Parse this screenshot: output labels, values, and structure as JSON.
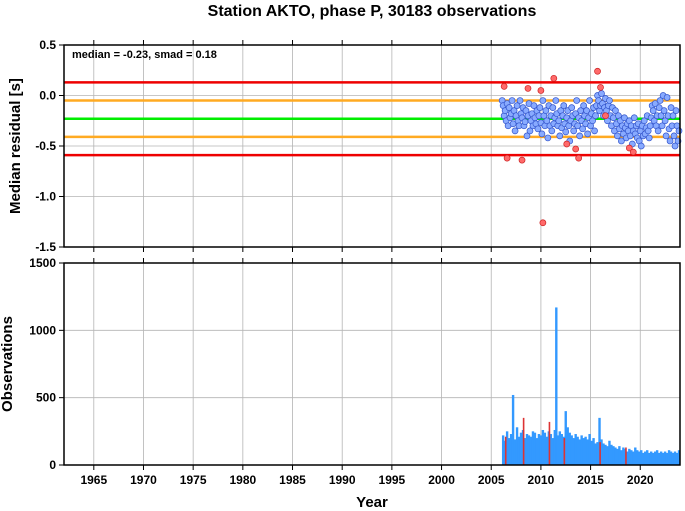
{
  "chart_data": [
    {
      "type": "scatter",
      "title": "Station AKTO, phase P, 30183 observations",
      "ylabel": "Median residual [s]",
      "xlabel": "",
      "annotation": "median = -0.23, smad = 0.18",
      "xlim": [
        1962,
        2024
      ],
      "ylim": [
        -1.5,
        0.5
      ],
      "x_ticks": [
        1965,
        1970,
        1975,
        1980,
        1985,
        1990,
        1995,
        2000,
        2005,
        2010,
        2015,
        2020
      ],
      "y_ticks": [
        -1.5,
        -1.0,
        -0.5,
        0.0,
        0.5
      ],
      "y_tick_labels": [
        "-1.5",
        "-1.0",
        "-0.5",
        "0.0",
        "0.5"
      ],
      "grid": true,
      "reference_lines": [
        {
          "y": 0.13,
          "color": "#ee0000"
        },
        {
          "y": -0.05,
          "color": "#ffaa22"
        },
        {
          "y": -0.23,
          "color": "#00ee00"
        },
        {
          "y": -0.41,
          "color": "#ffaa22"
        },
        {
          "y": -0.59,
          "color": "#ee0000"
        }
      ],
      "series": [
        {
          "color": "#88aaff",
          "points": [
            [
              2006.1,
              -0.05
            ],
            [
              2006.2,
              -0.1
            ],
            [
              2006.3,
              -0.2
            ],
            [
              2006.4,
              -0.15
            ],
            [
              2006.5,
              -0.25
            ],
            [
              2006.6,
              -0.08
            ],
            [
              2006.7,
              -0.3
            ],
            [
              2006.8,
              -0.12
            ],
            [
              2006.9,
              -0.22
            ],
            [
              2007.0,
              -0.18
            ],
            [
              2007.1,
              -0.05
            ],
            [
              2007.2,
              -0.28
            ],
            [
              2007.3,
              -0.15
            ],
            [
              2007.4,
              -0.35
            ],
            [
              2007.5,
              -0.2
            ],
            [
              2007.6,
              -0.1
            ],
            [
              2007.7,
              -0.25
            ],
            [
              2007.8,
              -0.3
            ],
            [
              2007.9,
              -0.05
            ],
            [
              2008.0,
              -0.18
            ],
            [
              2008.1,
              -0.22
            ],
            [
              2008.2,
              -0.12
            ],
            [
              2008.3,
              -0.3
            ],
            [
              2008.4,
              -0.26
            ],
            [
              2008.5,
              -0.15
            ],
            [
              2008.6,
              -0.4
            ],
            [
              2008.7,
              -0.2
            ],
            [
              2008.8,
              -0.08
            ],
            [
              2008.9,
              -0.35
            ],
            [
              2009.0,
              -0.25
            ],
            [
              2009.1,
              -0.18
            ],
            [
              2009.2,
              -0.3
            ],
            [
              2009.3,
              -0.1
            ],
            [
              2009.4,
              -0.22
            ],
            [
              2009.5,
              -0.28
            ],
            [
              2009.6,
              -0.15
            ],
            [
              2009.7,
              -0.33
            ],
            [
              2009.8,
              -0.2
            ],
            [
              2009.9,
              -0.12
            ],
            [
              2010.0,
              -0.27
            ],
            [
              2010.1,
              -0.38
            ],
            [
              2010.2,
              -0.05
            ],
            [
              2010.3,
              -0.2
            ],
            [
              2010.4,
              -0.3
            ],
            [
              2010.5,
              -0.15
            ],
            [
              2010.6,
              -0.25
            ],
            [
              2010.7,
              -0.42
            ],
            [
              2010.8,
              -0.1
            ],
            [
              2010.9,
              -0.3
            ],
            [
              2011.0,
              -0.2
            ],
            [
              2011.1,
              -0.35
            ],
            [
              2011.2,
              -0.12
            ],
            [
              2011.3,
              -0.28
            ],
            [
              2011.4,
              -0.22
            ],
            [
              2011.5,
              -0.05
            ],
            [
              2011.6,
              -0.18
            ],
            [
              2011.7,
              -0.3
            ],
            [
              2011.8,
              -0.25
            ],
            [
              2011.9,
              -0.4
            ],
            [
              2012.0,
              -0.15
            ],
            [
              2012.1,
              -0.32
            ],
            [
              2012.2,
              -0.2
            ],
            [
              2012.3,
              -0.1
            ],
            [
              2012.4,
              -0.28
            ],
            [
              2012.5,
              -0.36
            ],
            [
              2012.6,
              -0.22
            ],
            [
              2012.7,
              -0.15
            ],
            [
              2012.8,
              -0.3
            ],
            [
              2012.9,
              -0.45
            ],
            [
              2013.0,
              -0.25
            ],
            [
              2013.1,
              -0.12
            ],
            [
              2013.2,
              -0.2
            ],
            [
              2013.3,
              -0.35
            ],
            [
              2013.4,
              -0.28
            ],
            [
              2013.5,
              -0.18
            ],
            [
              2013.6,
              -0.05
            ],
            [
              2013.7,
              -0.3
            ],
            [
              2013.8,
              -0.22
            ],
            [
              2013.9,
              -0.4
            ],
            [
              2014.0,
              -0.15
            ],
            [
              2014.1,
              -0.25
            ],
            [
              2014.2,
              -0.33
            ],
            [
              2014.3,
              -0.1
            ],
            [
              2014.4,
              -0.2
            ],
            [
              2014.5,
              -0.28
            ],
            [
              2014.6,
              -0.15
            ],
            [
              2014.7,
              -0.38
            ],
            [
              2014.8,
              -0.22
            ],
            [
              2014.9,
              -0.05
            ],
            [
              2015.0,
              -0.3
            ],
            [
              2015.1,
              -0.18
            ],
            [
              2015.2,
              -0.25
            ],
            [
              2015.3,
              -0.12
            ],
            [
              2015.4,
              -0.35
            ],
            [
              2015.5,
              -0.2
            ],
            [
              2015.6,
              -0.1
            ],
            [
              2015.7,
              0.0
            ],
            [
              2015.8,
              -0.05
            ],
            [
              2015.9,
              -0.15
            ],
            [
              2016.0,
              -0.1
            ],
            [
              2016.1,
              0.02
            ],
            [
              2016.2,
              -0.08
            ],
            [
              2016.3,
              -0.2
            ],
            [
              2016.4,
              -0.12
            ],
            [
              2016.5,
              -0.03
            ],
            [
              2016.6,
              -0.15
            ],
            [
              2016.7,
              -0.25
            ],
            [
              2016.8,
              -0.1
            ],
            [
              2016.9,
              -0.05
            ],
            [
              2017.0,
              -0.2
            ],
            [
              2017.1,
              -0.3
            ],
            [
              2017.2,
              -0.12
            ],
            [
              2017.3,
              -0.22
            ],
            [
              2017.4,
              -0.35
            ],
            [
              2017.5,
              -0.15
            ],
            [
              2017.6,
              -0.28
            ],
            [
              2017.7,
              -0.4
            ],
            [
              2017.8,
              -0.2
            ],
            [
              2017.9,
              -0.33
            ],
            [
              2018.0,
              -0.25
            ],
            [
              2018.1,
              -0.45
            ],
            [
              2018.2,
              -0.3
            ],
            [
              2018.3,
              -0.38
            ],
            [
              2018.4,
              -0.22
            ],
            [
              2018.5,
              -0.32
            ],
            [
              2018.6,
              -0.42
            ],
            [
              2018.7,
              -0.28
            ],
            [
              2018.8,
              -0.35
            ],
            [
              2018.9,
              -0.25
            ],
            [
              2019.0,
              -0.4
            ],
            [
              2019.1,
              -0.3
            ],
            [
              2019.2,
              -0.48
            ],
            [
              2019.3,
              -0.35
            ],
            [
              2019.4,
              -0.22
            ],
            [
              2019.5,
              -0.38
            ],
            [
              2019.6,
              -0.3
            ],
            [
              2019.7,
              -0.42
            ],
            [
              2019.8,
              -0.28
            ],
            [
              2019.9,
              -0.45
            ],
            [
              2020.0,
              -0.35
            ],
            [
              2020.1,
              -0.5
            ],
            [
              2020.2,
              -0.3
            ],
            [
              2020.3,
              -0.4
            ],
            [
              2020.4,
              -0.25
            ],
            [
              2020.5,
              -0.38
            ],
            [
              2020.6,
              -0.32
            ],
            [
              2020.7,
              -0.2
            ],
            [
              2020.8,
              -0.35
            ],
            [
              2020.9,
              -0.42
            ],
            [
              2021.0,
              -0.3
            ],
            [
              2021.1,
              -0.22
            ],
            [
              2021.2,
              -0.1
            ],
            [
              2021.3,
              -0.15
            ],
            [
              2021.4,
              -0.25
            ],
            [
              2021.5,
              -0.08
            ],
            [
              2021.6,
              -0.3
            ],
            [
              2021.7,
              -0.2
            ],
            [
              2021.8,
              -0.35
            ],
            [
              2021.9,
              -0.12
            ],
            [
              2022.0,
              -0.05
            ],
            [
              2022.1,
              -0.2
            ],
            [
              2022.2,
              -0.3
            ],
            [
              2022.3,
              0.0
            ],
            [
              2022.4,
              -0.15
            ],
            [
              2022.5,
              -0.25
            ],
            [
              2022.6,
              -0.4
            ],
            [
              2022.7,
              -0.02
            ],
            [
              2022.8,
              -0.2
            ],
            [
              2022.9,
              -0.33
            ],
            [
              2023.0,
              -0.45
            ],
            [
              2023.1,
              -0.12
            ],
            [
              2023.2,
              -0.3
            ],
            [
              2023.3,
              -0.2
            ],
            [
              2023.4,
              -0.4
            ],
            [
              2023.5,
              -0.5
            ],
            [
              2023.6,
              -0.15
            ],
            [
              2023.7,
              -0.3
            ],
            [
              2023.8,
              -0.45
            ],
            [
              2023.9,
              -0.35
            ]
          ]
        },
        {
          "color": "#ff6a6a",
          "points": [
            [
              2006.3,
              0.09
            ],
            [
              2006.6,
              -0.62
            ],
            [
              2008.1,
              -0.64
            ],
            [
              2008.7,
              0.07
            ],
            [
              2010.0,
              0.05
            ],
            [
              2010.2,
              -1.26
            ],
            [
              2011.3,
              0.17
            ],
            [
              2012.6,
              -0.48
            ],
            [
              2013.5,
              -0.53
            ],
            [
              2013.8,
              -0.62
            ],
            [
              2015.7,
              0.24
            ],
            [
              2016.0,
              0.08
            ],
            [
              2016.5,
              -0.2
            ],
            [
              2018.9,
              -0.52
            ],
            [
              2019.3,
              -0.56
            ]
          ]
        }
      ]
    },
    {
      "type": "bar",
      "ylabel": "Observations",
      "xlabel": "Year",
      "xlim": [
        1962,
        2024
      ],
      "ylim": [
        0,
        1500
      ],
      "x_ticks": [
        1965,
        1970,
        1975,
        1980,
        1985,
        1990,
        1995,
        2000,
        2005,
        2010,
        2015,
        2020
      ],
      "y_ticks": [
        0,
        500,
        1000,
        1500
      ],
      "grid": true,
      "series": [
        {
          "color": "#3399ff",
          "x": [
            2006.2,
            2006.4,
            2006.6,
            2006.8,
            2007.0,
            2007.2,
            2007.4,
            2007.6,
            2007.8,
            2008.0,
            2008.2,
            2008.4,
            2008.6,
            2008.8,
            2009.0,
            2009.2,
            2009.4,
            2009.6,
            2009.8,
            2010.0,
            2010.2,
            2010.4,
            2010.6,
            2010.8,
            2011.0,
            2011.2,
            2011.4,
            2011.55,
            2011.7,
            2011.9,
            2012.1,
            2012.3,
            2012.5,
            2012.7,
            2012.9,
            2013.1,
            2013.3,
            2013.5,
            2013.7,
            2013.9,
            2014.1,
            2014.3,
            2014.5,
            2014.7,
            2014.9,
            2015.1,
            2015.3,
            2015.5,
            2015.7,
            2015.9,
            2016.1,
            2016.3,
            2016.5,
            2016.7,
            2016.9,
            2017.1,
            2017.3,
            2017.5,
            2017.7,
            2017.9,
            2018.1,
            2018.3,
            2018.5,
            2018.7,
            2018.9,
            2019.1,
            2019.3,
            2019.5,
            2019.7,
            2019.9,
            2020.1,
            2020.3,
            2020.5,
            2020.7,
            2020.9,
            2021.1,
            2021.3,
            2021.5,
            2021.7,
            2021.9,
            2022.1,
            2022.3,
            2022.5,
            2022.7,
            2022.9,
            2023.1,
            2023.3,
            2023.5,
            2023.7,
            2023.9
          ],
          "values": [
            220,
            180,
            250,
            200,
            230,
            520,
            190,
            280,
            210,
            240,
            260,
            200,
            230,
            220,
            210,
            250,
            240,
            200,
            230,
            220,
            260,
            240,
            210,
            250,
            230,
            200,
            260,
            1170,
            220,
            250,
            230,
            210,
            400,
            280,
            240,
            220,
            200,
            230,
            210,
            190,
            220,
            200,
            210,
            190,
            230,
            180,
            200,
            160,
            170,
            350,
            190,
            160,
            150,
            140,
            180,
            150,
            140,
            130,
            120,
            140,
            110,
            130,
            120,
            100,
            120,
            110,
            100,
            130,
            110,
            100,
            110,
            90,
            100,
            110,
            90,
            100,
            90,
            100,
            110,
            90,
            100,
            90,
            100,
            90,
            110,
            100,
            90,
            100,
            90,
            110
          ]
        },
        {
          "color": "#dd3333",
          "x": [
            2006.5,
            2008.3,
            2010.9,
            2012.4,
            2016.0,
            2018.6
          ],
          "values": [
            210,
            350,
            320,
            200,
            170,
            130
          ]
        }
      ]
    }
  ]
}
